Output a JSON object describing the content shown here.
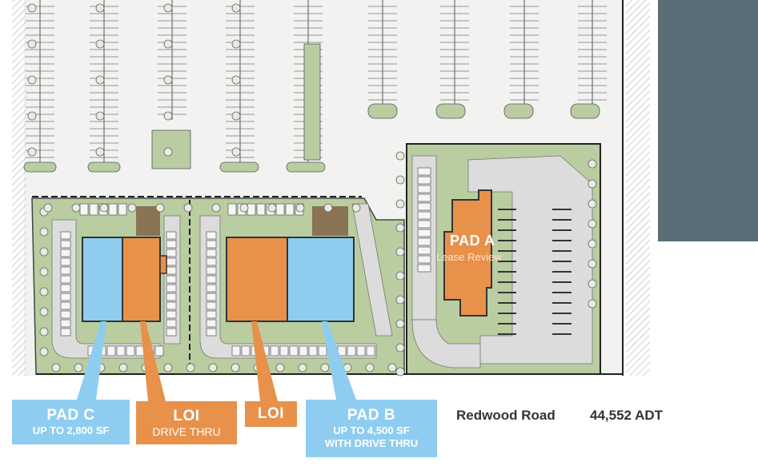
{
  "labels": {
    "pad_c": {
      "title": "PAD C",
      "detail": "UP TO 2,800 SF"
    },
    "loi_drive_thru": {
      "title": "LOI",
      "detail": "DRIVE THRU"
    },
    "loi": {
      "title": "LOI"
    },
    "pad_b": {
      "title": "PAD B",
      "line1": "UP TO 4,500 SF",
      "line2": "WITH DRIVE THRU"
    },
    "pad_a": {
      "title": "PAD A",
      "status": "Lease Review"
    }
  },
  "road": {
    "name": "Redwood Road",
    "traffic": "44,552 ADT"
  },
  "colors": {
    "available": "#8ecdf0",
    "loi": "#e8914a",
    "landscape": "#b9cda0",
    "pavement": "#dcdcdc",
    "building_accent": "#5b6e78"
  }
}
